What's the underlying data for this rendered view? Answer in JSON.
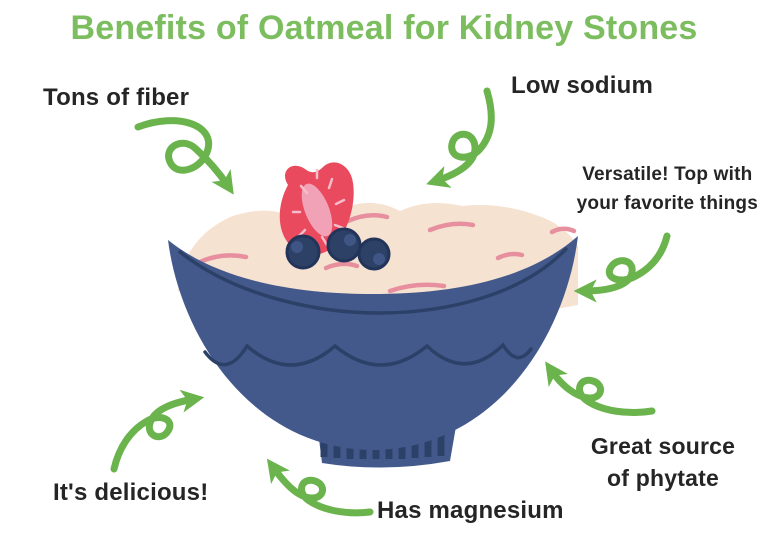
{
  "title": "Benefits of Oatmeal for Kidney Stones",
  "labels": {
    "fiber": "Tons of fiber",
    "sodium": "Low sodium",
    "versatile_line1": "Versatile! Top with",
    "versatile_line2": "your favorite things",
    "phytate_line1": "Great source",
    "phytate_line2": "of phytate",
    "magnesium": "Has magnesium",
    "delicious": "It's delicious!"
  },
  "illustration": {
    "description": "Navy blue bowl of oatmeal topped with a strawberry slice and three blueberries; six green curly arrows point from each label toward the bowl"
  },
  "colors": {
    "background": "#ffffff",
    "title_green": "#7cbd5f",
    "arrow_green": "#6bb44d",
    "text_dark": "#252525",
    "bowl_blue": "#44598b",
    "bowl_dark": "#2c4168",
    "berry": "#2d4166",
    "berry_outline": "#22345a",
    "berry_highlight": "#3e5586",
    "oatmeal_cream": "#f6e2d1",
    "dash_pink": "#e78f9e",
    "strawberry_red": "#e94a5e",
    "strawberry_pink": "#f2a2b6",
    "seed_pink": "#f6bcc9"
  }
}
